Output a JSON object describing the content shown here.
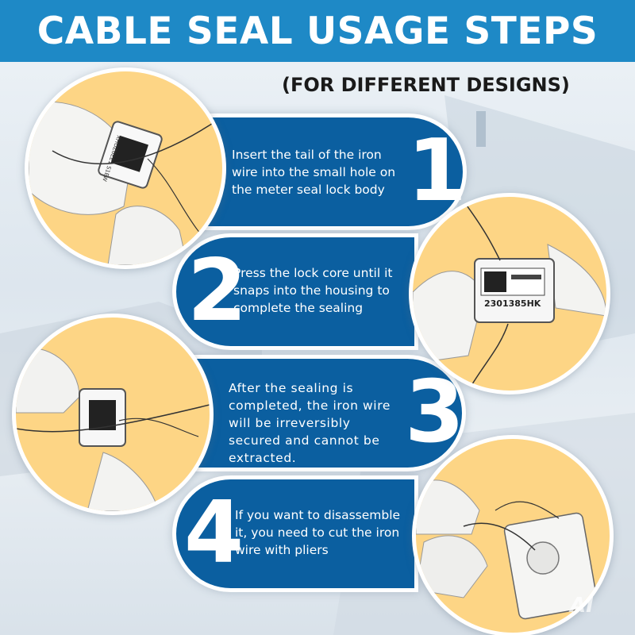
{
  "title": "CABLE SEAL USAGE STEPS",
  "subtitle": "(FOR DIFFERENT DESIGNS)",
  "steps": [
    {
      "number": "1",
      "text": "Insert the tail of the iron wire into the small hole on the meter seal lock body"
    },
    {
      "number": "2",
      "text": "Press the lock core until it snaps into the housing to complete the sealing"
    },
    {
      "number": "3",
      "text": "After the sealing is completed, the iron wire will be irreversibly secured and cannot be extracted."
    },
    {
      "number": "4",
      "text": "If you want to disassemble it, you need to cut the iron wire with pliers"
    }
  ],
  "photos": [
    {
      "label_top": "XHOZ6EE1 S1EW",
      "label_bottom": ""
    },
    {
      "label_top": "",
      "label_bottom": "2301385HK"
    },
    {
      "label_top": "",
      "label_bottom": ""
    },
    {
      "label_top": "",
      "label_bottom": ""
    }
  ],
  "watermark": "AI",
  "colors": {
    "title_bar": "#1e89c6",
    "step_bg": "#0b5fa0",
    "photo_bg": "#fdd585"
  }
}
